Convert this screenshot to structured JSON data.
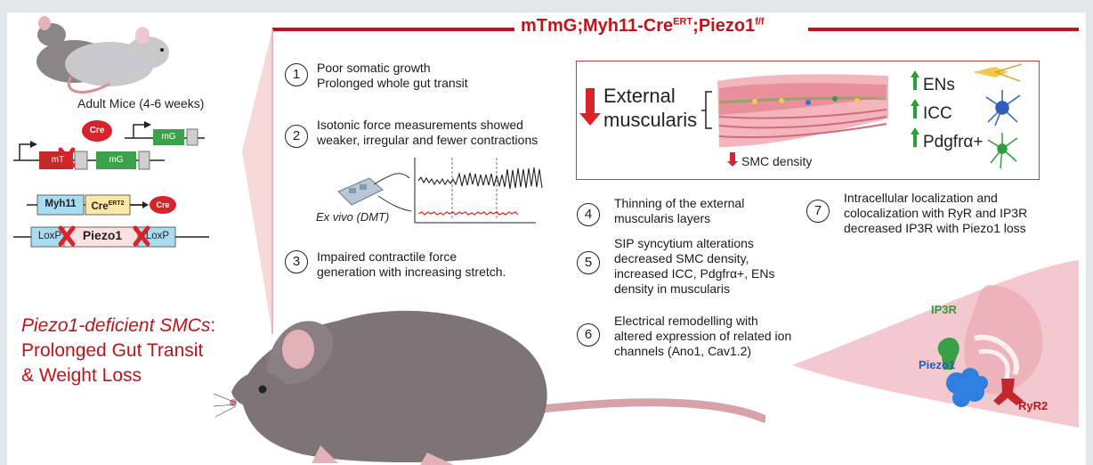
{
  "title": {
    "main": "mTmG;Myh11-Cre",
    "sup1": "ERT",
    "mid": ";Piezo1",
    "sup2": "f/f"
  },
  "left": {
    "adult_mice": "Adult Mice (4-6 weeks)",
    "cre": "Cre",
    "mT": "mT",
    "mG": "mG",
    "myh11": "Myh11",
    "cre_ert2": "Cre",
    "cre_ert2_sup": "ERT2",
    "loxp1": "LoxP",
    "piezo1": "Piezo1",
    "loxp2": "LoxP",
    "headline_italic": "Piezo1-deficient SMCs",
    "headline_colon": ":",
    "headline_2": "Prolonged Gut Transit",
    "headline_3": "& Weight Loss"
  },
  "steps": [
    {
      "num": "1",
      "lines": [
        "Poor somatic growth",
        "Prolonged whole gut transit"
      ]
    },
    {
      "num": "2",
      "lines": [
        "Isotonic force measurements showed",
        "weaker, irregular and fewer contractions"
      ]
    },
    {
      "num": "3",
      "lines": [
        "Impaired contractile force",
        "generation with increasing stretch."
      ]
    },
    {
      "num": "4",
      "lines": [
        "Thinning of the external",
        "muscularis layers"
      ]
    },
    {
      "num": "5",
      "lines": [
        "SIP syncytium alterations",
        "decreased SMC density,",
        "increased ICC, Pdgfrα+, ENs",
        "density in muscularis"
      ]
    },
    {
      "num": "6",
      "lines": [
        "Electrical remodelling with",
        "altered expression of related ion",
        "channels (Ano1, Cav1.2)"
      ]
    },
    {
      "num": "7",
      "lines": [
        "Intracellular localization and",
        "colocalization with RyR and IP3R",
        "decreased IP3R with Piezo1 loss"
      ]
    }
  ],
  "ex_vivo": "Ex vivo (DMT)",
  "muscularis": {
    "label_1": "External",
    "label_2": "muscularis",
    "smc": "SMC density",
    "ens": "ENs",
    "icc": "ICC",
    "pdgfra": "Pdgfrα+"
  },
  "cell": {
    "ip3r": "IP3R",
    "piezo1": "Piezo1",
    "ryr2": "RyR2"
  },
  "colors": {
    "accent_red": "#c0141b",
    "green": "#2e9e3a",
    "blue": "#1f5fc4"
  }
}
